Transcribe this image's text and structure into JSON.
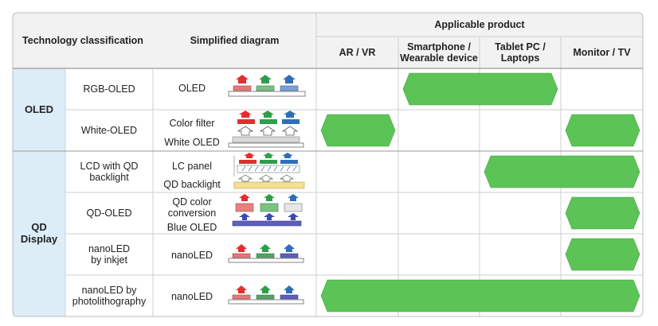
{
  "header": {
    "technology_classification": "Technology classification",
    "simplified_diagram": "Simplified diagram",
    "applicable_product": "Applicable product",
    "products": [
      "AR / VR",
      "Smartphone /\nWearable device",
      "Tablet PC /\nLaptops",
      "Monitor / TV"
    ]
  },
  "categories": [
    "OLED",
    "QD\nDisplay"
  ],
  "rows": [
    {
      "name": "RGB-OLED",
      "diagram_labels": [
        "OLED"
      ],
      "applicability": [
        false,
        true,
        true,
        false
      ]
    },
    {
      "name": "White-OLED",
      "diagram_labels": [
        "Color filter",
        "White OLED"
      ],
      "applicability": [
        true,
        false,
        false,
        true
      ]
    },
    {
      "name": "LCD with QD\nbacklight",
      "diagram_labels": [
        "LC panel",
        "QD backlight"
      ],
      "applicability": [
        false,
        false,
        true,
        true
      ]
    },
    {
      "name": "QD-OLED",
      "diagram_labels": [
        "QD color\nconversion",
        "Blue OLED"
      ],
      "applicability": [
        false,
        false,
        false,
        true
      ]
    },
    {
      "name": "nanoLED\nby inkjet",
      "diagram_labels": [
        "nanoLED"
      ],
      "applicability": [
        false,
        false,
        false,
        true
      ]
    },
    {
      "name": "nanoLED by\nphotolithography",
      "diagram_labels": [
        "nanoLED"
      ],
      "applicability": [
        true,
        true,
        true,
        true
      ]
    }
  ],
  "colors": {
    "category_fill": "#dcedf8",
    "header_fill": "#f2f2f2",
    "bar_green": "#5cc456",
    "bar_stroke": "#3ea33a",
    "red": "#e02f2f",
    "green": "#2e9e4b",
    "blue": "#2f6fb7",
    "substrate": "#ffffff",
    "white_oled_layer": "#d8d8d8",
    "qd_backlight": "#f5df92",
    "blue_oled": "#5e5fb8"
  }
}
